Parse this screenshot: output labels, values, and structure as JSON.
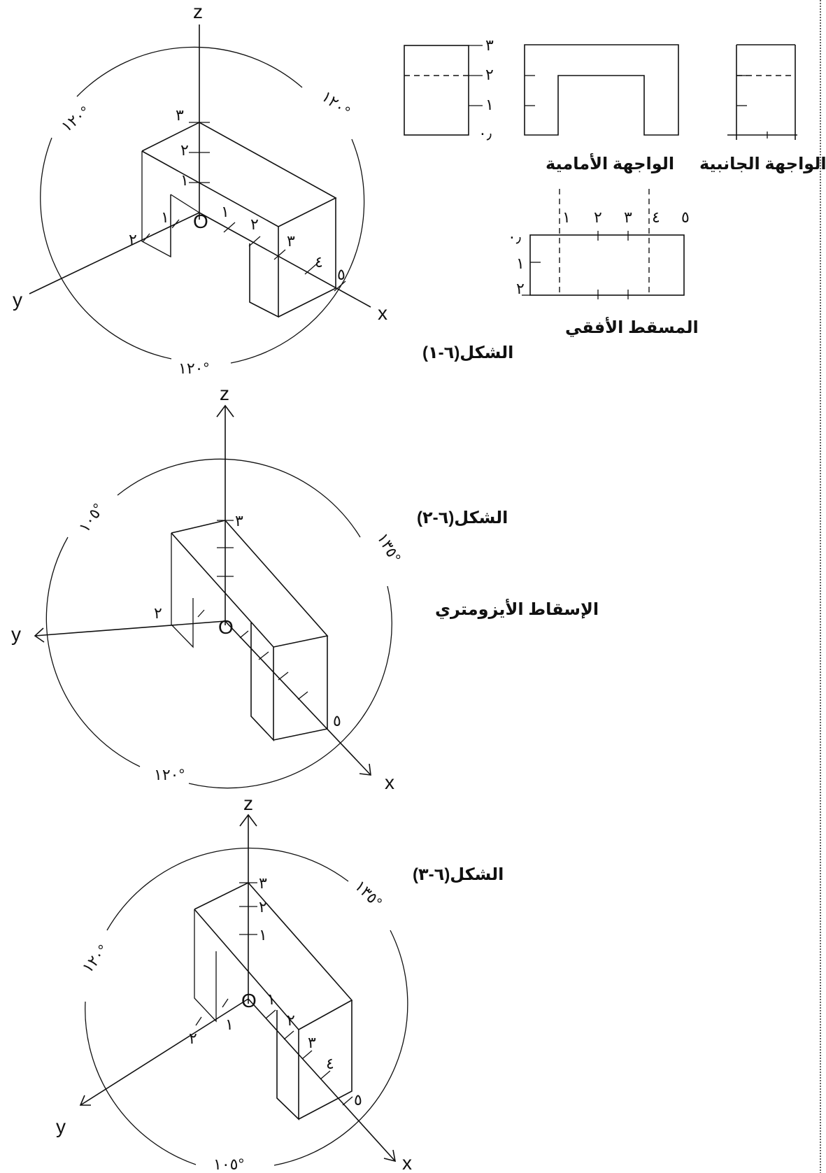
{
  "axes": {
    "x": "x",
    "y": "y",
    "z": "z",
    "origin": "O"
  },
  "figure1": {
    "caption": "الشكل(٦-١)",
    "angles": [
      "١٢٠°",
      "١٢٠°",
      "١٢٠°"
    ],
    "z_ticks": [
      "١",
      "٢",
      "٣"
    ],
    "x_ticks": [
      "١",
      "٢",
      "٣",
      "٤",
      "٥"
    ],
    "y_ticks": [
      "١",
      "٢"
    ]
  },
  "figure2": {
    "caption": "الشكل(٦-٢)",
    "angles": [
      "١٠٥°",
      "١٣٥°",
      "١٢٠°"
    ],
    "labels": {
      "z3": "٣",
      "y2": "٢",
      "x5": "٥"
    }
  },
  "figure3": {
    "caption": "الشكل(٦-٣)",
    "angles": [
      "١٢٠°",
      "١٣٥°",
      "١٠٥°"
    ],
    "z_ticks": [
      "١",
      "٢",
      "٣"
    ],
    "x_ticks": [
      "١",
      "٢",
      "٣",
      "٤",
      "٥"
    ],
    "y_ticks": [
      "١",
      "٢"
    ]
  },
  "views": {
    "front_label": "الواجهة الأمامية",
    "side_label": "الواجهة الجانبية",
    "top_label": "المسقط الأفقي",
    "height_ticks": [
      "٠٫",
      "١",
      "٢",
      "٣"
    ],
    "top_x_ticks": [
      "١",
      "٢",
      "٣",
      "٤",
      "٥"
    ],
    "top_y_ticks": [
      "٠٫",
      "١",
      "٢"
    ]
  },
  "isometric_label": "الإسقاط الأيزومتري"
}
